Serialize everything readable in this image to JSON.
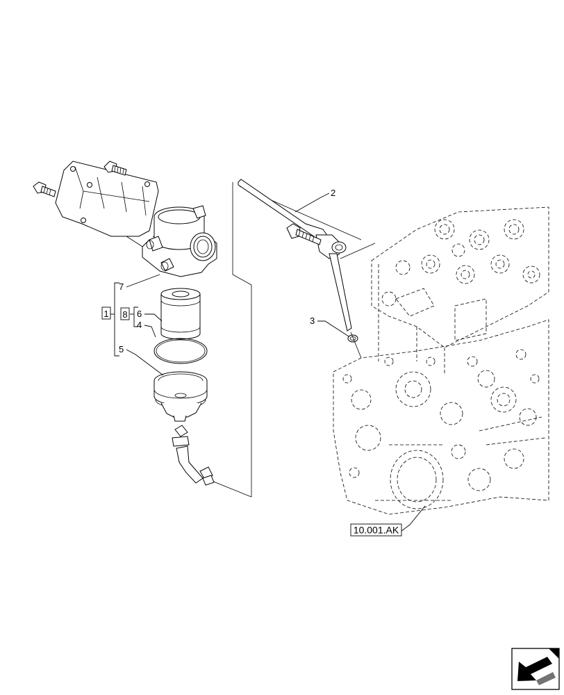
{
  "callouts": {
    "filter_assembly": "1",
    "fuel_pipe": "2",
    "o_ring_small": "3",
    "seal_ring": "4",
    "filter_bowl": "5",
    "filter_element": "6",
    "filter_head": "7",
    "element_kit": "8"
  },
  "reference": {
    "engine_ref": "10.001.AK"
  },
  "nav_icon": "arrow-back-icon"
}
